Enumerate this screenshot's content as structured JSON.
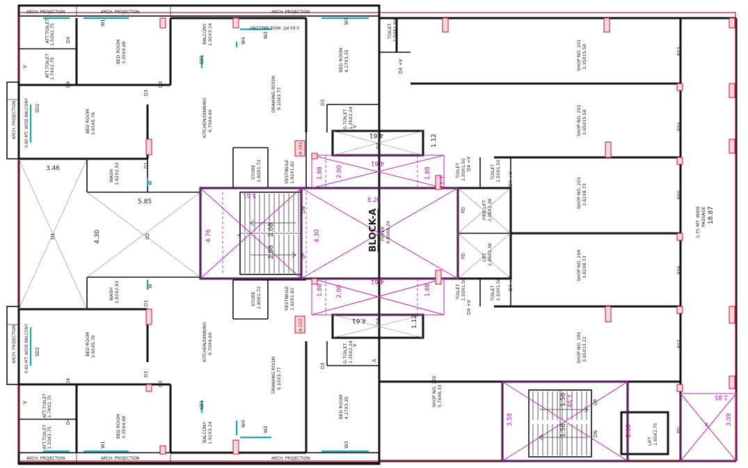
{
  "plan": {
    "block_label": "BLOCK-A",
    "foyer": {
      "name": "FOYER",
      "size": "4.80X8.20"
    },
    "arch_projection": "ARCH. PROJECTION",
    "balcony_060": "0.60 MT. WIDE BALCONY",
    "units": {
      "a201": "A 201",
      "a202": "A 202"
    },
    "top_flat": {
      "att_toilet_1": {
        "name": "ATT.TOILET",
        "size": "1.50X2.75"
      },
      "att_toilet_2": {
        "name": "ATT.TOILET",
        "size": "1.74X2.75"
      },
      "bed_room_1": {
        "name": "BED ROOM",
        "size": "3.35X4.88"
      },
      "bed_room_2": {
        "name": "BED ROOM",
        "size": "3.65X5.79"
      },
      "balcony": {
        "name": "BALCONY",
        "size": "1.92X3.24"
      },
      "kitchen": {
        "name": "KITCHEN/DINNING",
        "size": "6.70X4.60"
      },
      "drawing": {
        "name": "DRAWING ROOM",
        "size": "6.10X3.77"
      },
      "bed_room_3": {
        "name": "BED ROOM",
        "size": "4.27X3.35"
      },
      "g_toilet": {
        "name": "G.TOILET",
        "size": "1.35X2.24"
      },
      "wash": {
        "name": "WASH",
        "size": "1.62X2.93"
      },
      "store": {
        "name": "STORE",
        "size": "1.80X1.72"
      },
      "vestibule": {
        "name": "VESTIBULE",
        "size": "1.92X1.82"
      }
    },
    "bottom_flat": {
      "att_toilet_1": {
        "name": "ATT.TOILET",
        "size": "1.50X2.75"
      },
      "att_toilet_2": {
        "name": "ATT.TOILET",
        "size": "1.74X2.75"
      },
      "bed_room_1": {
        "name": "BED ROOM",
        "size": "3.35X4.88"
      },
      "bed_room_2": {
        "name": "BED ROOM",
        "size": "3.65X5.79"
      },
      "balcony": {
        "name": "BALCONY",
        "size": "1.92X3.24"
      },
      "kitchen": {
        "name": "KITCHEN/DINNING",
        "size": "6.70X4.60"
      },
      "drawing": {
        "name": "DRAWING ROOM",
        "size": "6.10X3.77"
      },
      "bed_room_3": {
        "name": "BED ROOM",
        "size": "4.27X3.35"
      },
      "g_toilet": {
        "name": "G.TOILET",
        "size": "1.35X2.24"
      },
      "wash": {
        "name": "WASH",
        "size": "1.62X2.93"
      },
      "store": {
        "name": "STORE",
        "size": "1.80X1.72"
      },
      "vestibule": {
        "name": "VESTIBULE",
        "size": "1.92X1.82"
      }
    },
    "shops": {
      "s201": {
        "name": "SHOP NO. 201",
        "size": "3.35X15.58",
        "code": "RS3"
      },
      "s202": {
        "name": "SHOP NO. 202",
        "size": "3.65X15.58",
        "code": "RS4"
      },
      "s203": {
        "name": "SHOP NO. 203",
        "size": "3.82X8.73",
        "code": "RS5"
      },
      "s204": {
        "name": "SHOP NO. 204",
        "size": "3.82X8.73",
        "code": "RS6"
      },
      "s205b": {
        "name": "SHOP NO. 205",
        "size": "3.65X13.22",
        "code": "RS7"
      },
      "s205": {
        "name": "SHOP NO. 205",
        "size": "5.74X6.33"
      }
    },
    "toilets": {
      "t_top": {
        "name": "TOILET",
        "size": "1.50X1.50"
      },
      "t_a": {
        "name": "TOILET",
        "size": "1.50X1.50"
      },
      "t_b": {
        "name": "TOILET",
        "size": "1.50X1.50"
      },
      "t_c": {
        "name": "TOILET",
        "size": "1.50X1.50"
      },
      "t_d": {
        "name": "TOILET",
        "size": "1.50X1.50"
      }
    },
    "lifts": {
      "fire_lift": {
        "name": "FIRE LIFT",
        "size": "2.08X2.38"
      },
      "lift": {
        "name": "LIFT",
        "size": "2.08X2.38"
      },
      "lift_small": {
        "name": "LIFT",
        "size": "1.60X2.75"
      }
    },
    "passage": {
      "line1": "2.75 MT. WIDE",
      "line2": "PASSAGE",
      "dim": "18.87"
    },
    "dims": {
      "d346": "3.46",
      "d585": "5.85",
      "d430a": "4.30",
      "d476": "4.76",
      "d208a": "2.08",
      "d208b": "2.08",
      "d430b": "4.30",
      "d820": "8.20",
      "d561": "5.61",
      "d188a": "1.88",
      "d200a": "2.00",
      "d461a": "4.61",
      "d188b": "1.88",
      "d118a": "1.11",
      "d188c": "1.88",
      "d200b": "2.00",
      "d461b": "4.61",
      "d188d": "1.88",
      "d461c": "4.61",
      "d112a": "1.12",
      "d461d": "4.61",
      "d112b": "1.12",
      "d358": "3.58",
      "d150a": "1.50",
      "d150b": "1.50",
      "d159": "1.59",
      "d206": "2.06",
      "d309": "3.09",
      "d285": "2.85"
    },
    "codes": {
      "W1": "W1",
      "W2": "W2",
      "W3": "W3",
      "W4": "W4",
      "D1": "D1",
      "D2": "D2",
      "D3": "D3",
      "D4": "D4",
      "SD1": "SD1",
      "SD2": "SD2",
      "V": "V",
      "W": "W",
      "D4V": "D4 +V",
      "FD": "FD",
      "UP": "UP",
      "DN": "DN",
      "A": "A",
      "O1": "O1",
      "O2": "O2",
      "H": "H"
    }
  }
}
